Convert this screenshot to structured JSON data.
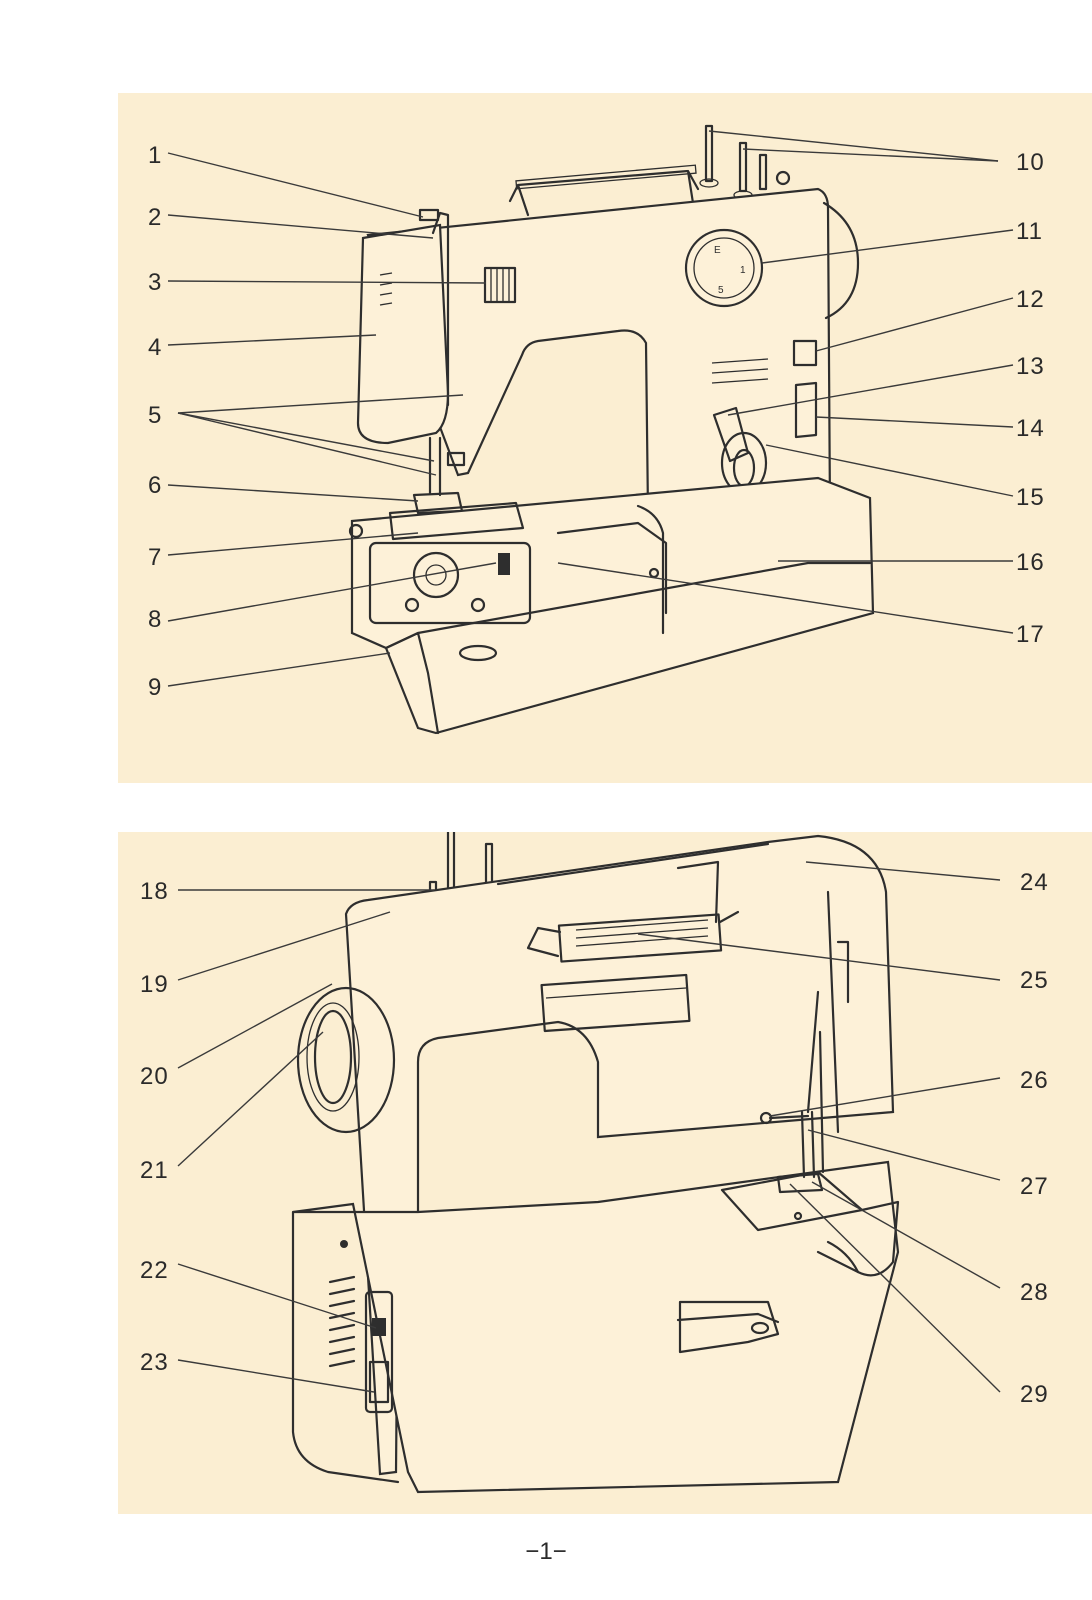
{
  "callouts_front": [
    "1",
    "2",
    "3",
    "4",
    "5",
    "6",
    "7",
    "8",
    "9",
    "10",
    "11",
    "12",
    "13",
    "14",
    "15",
    "16",
    "17"
  ],
  "callouts_back": [
    "18",
    "19",
    "20",
    "21",
    "22",
    "23",
    "24",
    "25",
    "26",
    "27",
    "28",
    "29"
  ],
  "page_number": "−1−",
  "colors": {
    "panel": "#fbeed2",
    "ink": "#2e2e2e",
    "page": "#ffffff"
  }
}
